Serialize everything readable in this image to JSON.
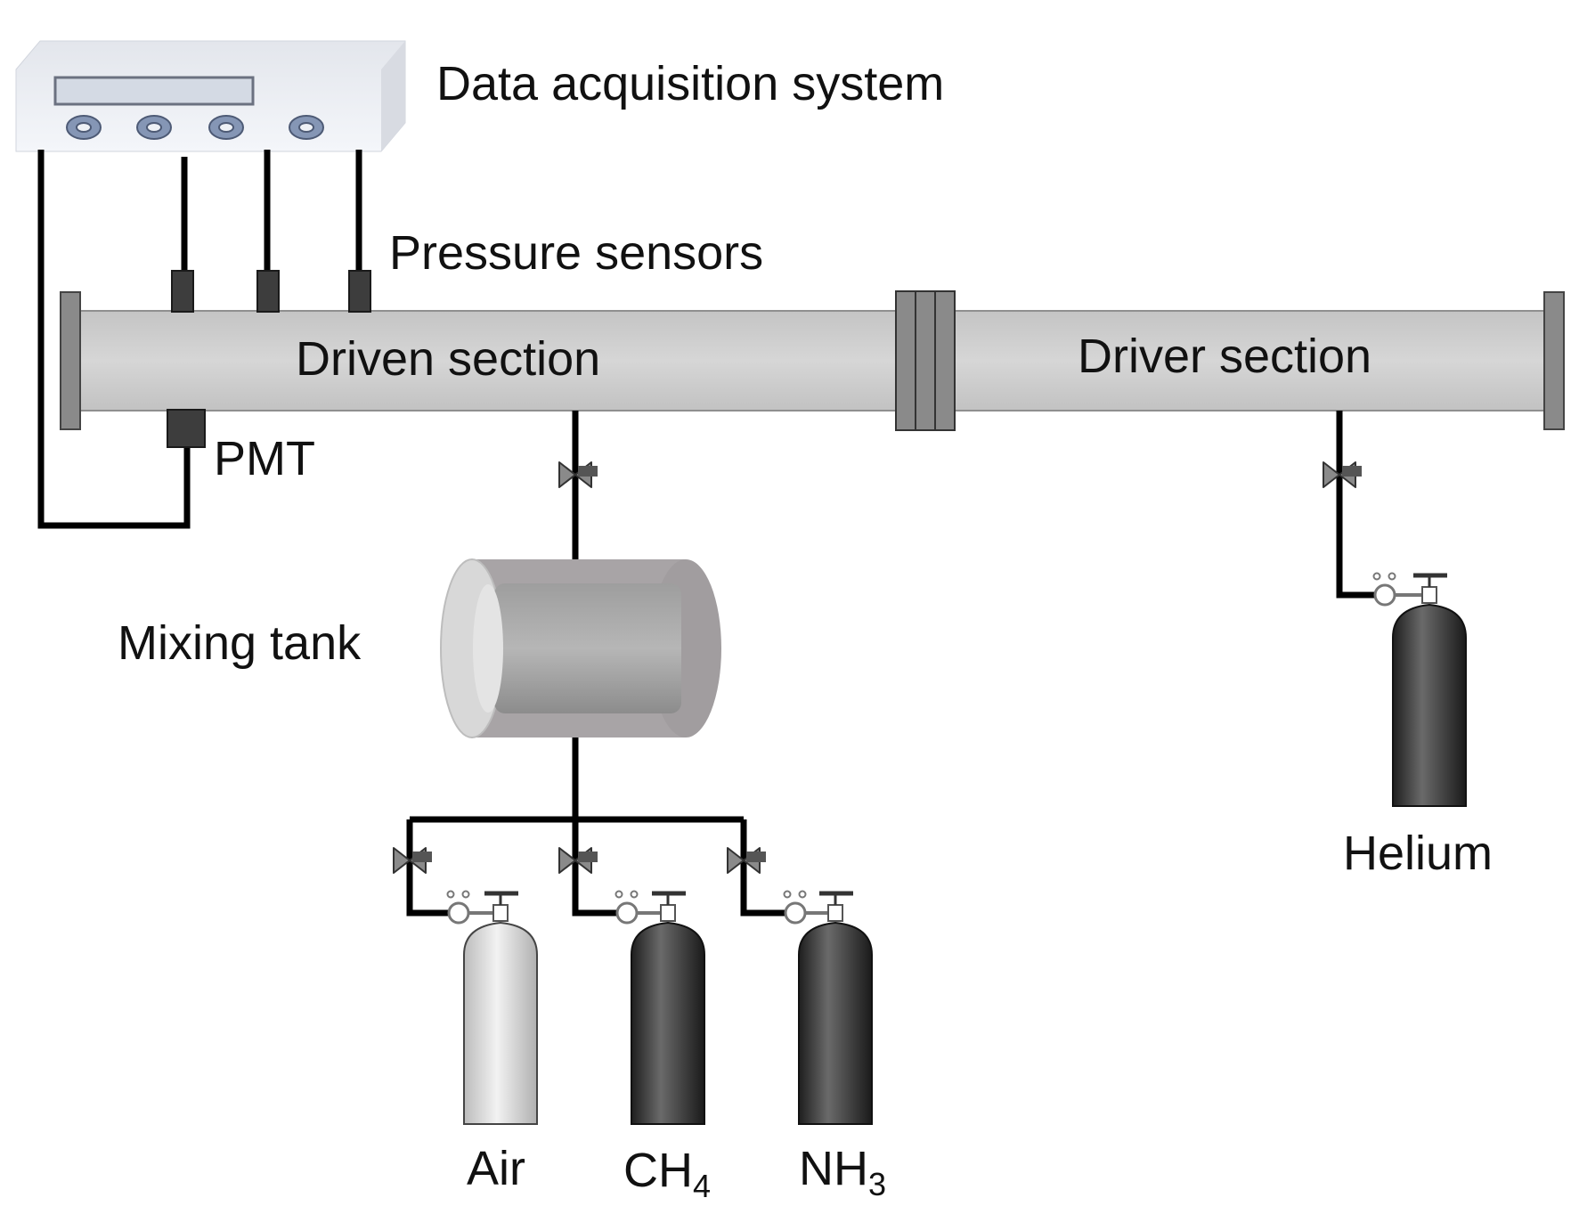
{
  "labels": {
    "daq": "Data acquisition system",
    "pressure_sensors": "Pressure sensors",
    "driven_section": "Driven section",
    "driver_section": "Driver section",
    "pmt": "PMT",
    "mixing_tank": "Mixing tank",
    "air": "Air",
    "ch4_base": "CH",
    "ch4_sub": "4",
    "nh3_base": "NH",
    "nh3_sub": "3",
    "helium": "Helium"
  },
  "colors": {
    "tube": "#cfcfcf",
    "tube_edge": "#8f8f8f",
    "flange": "#8a8a8a",
    "sensor": "#3d3d3d",
    "wire": "#000000",
    "cylinder_light": "#d9d9d9",
    "cylinder_dark": "#2c2c2c",
    "valve": "#777777",
    "daq_body": "#eef1f6",
    "daq_knob": "#7f8fac"
  },
  "icons": {
    "valve": "needle-valve-icon",
    "regulator": "gas-regulator-icon",
    "cylinder": "gas-cylinder-icon",
    "tank": "mixing-tank-icon"
  }
}
